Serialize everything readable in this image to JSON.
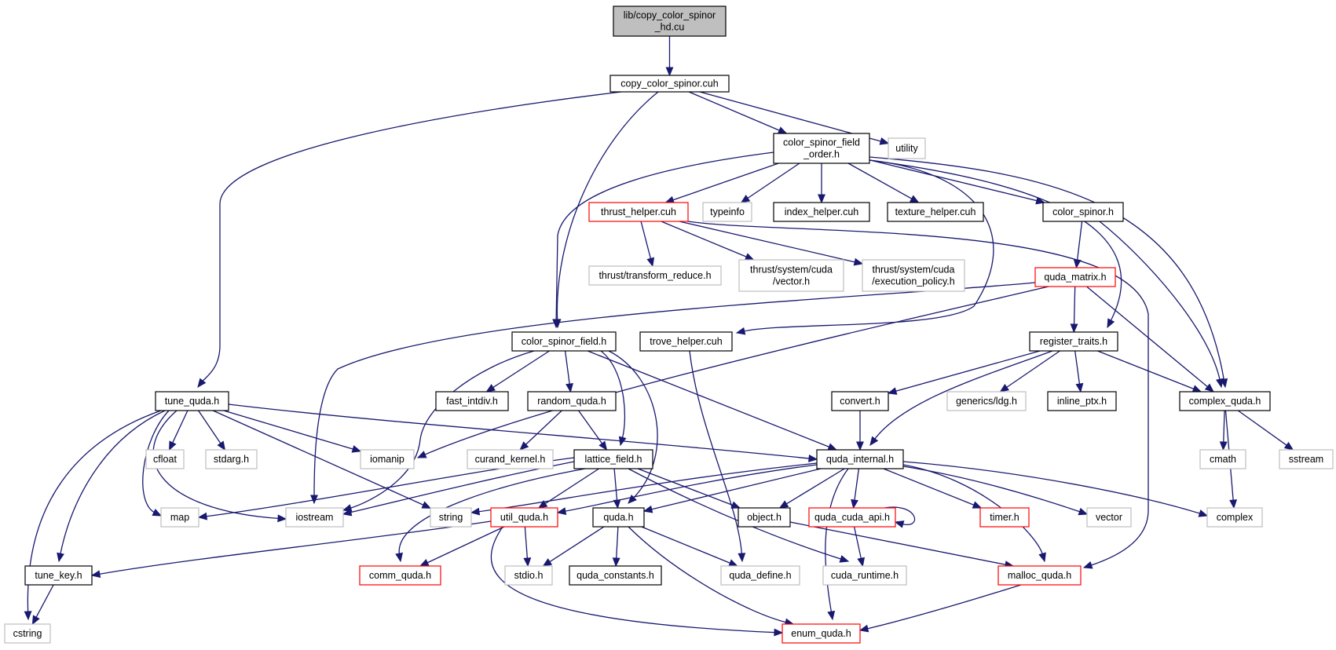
{
  "graph": {
    "nodes": [
      {
        "id": "root",
        "style": "root",
        "lines": [
          "lib/copy_color_spinor",
          "_hd.cu"
        ]
      },
      {
        "id": "copy_color_spinor_cuh",
        "style": "std",
        "lines": [
          "copy_color_spinor.cuh"
        ]
      },
      {
        "id": "color_spinor_field_order_h",
        "style": "std",
        "lines": [
          "color_spinor_field",
          "_order.h"
        ]
      },
      {
        "id": "utility",
        "style": "ext",
        "lines": [
          "utility"
        ]
      },
      {
        "id": "thrust_helper_cuh",
        "style": "red",
        "lines": [
          "thrust_helper.cuh"
        ]
      },
      {
        "id": "typeinfo",
        "style": "ext",
        "lines": [
          "typeinfo"
        ]
      },
      {
        "id": "index_helper_cuh",
        "style": "std",
        "lines": [
          "index_helper.cuh"
        ]
      },
      {
        "id": "texture_helper_cuh",
        "style": "std",
        "lines": [
          "texture_helper.cuh"
        ]
      },
      {
        "id": "color_spinor_h",
        "style": "std",
        "lines": [
          "color_spinor.h"
        ]
      },
      {
        "id": "thrust_transform_reduce_h",
        "style": "ext",
        "lines": [
          "thrust/transform_reduce.h"
        ]
      },
      {
        "id": "thrust_system_cuda_vector_h",
        "style": "ext",
        "lines": [
          "thrust/system/cuda",
          "/vector.h"
        ]
      },
      {
        "id": "thrust_system_cuda_execution_policy_h",
        "style": "ext",
        "lines": [
          "thrust/system/cuda",
          "/execution_policy.h"
        ]
      },
      {
        "id": "quda_matrix_h",
        "style": "red",
        "lines": [
          "quda_matrix.h"
        ]
      },
      {
        "id": "color_spinor_field_h",
        "style": "std",
        "lines": [
          "color_spinor_field.h"
        ]
      },
      {
        "id": "trove_helper_cuh",
        "style": "std",
        "lines": [
          "trove_helper.cuh"
        ]
      },
      {
        "id": "register_traits_h",
        "style": "std",
        "lines": [
          "register_traits.h"
        ]
      },
      {
        "id": "tune_quda_h",
        "style": "std",
        "lines": [
          "tune_quda.h"
        ]
      },
      {
        "id": "fast_intdiv_h",
        "style": "std",
        "lines": [
          "fast_intdiv.h"
        ]
      },
      {
        "id": "random_quda_h",
        "style": "std",
        "lines": [
          "random_quda.h"
        ]
      },
      {
        "id": "convert_h",
        "style": "std",
        "lines": [
          "convert.h"
        ]
      },
      {
        "id": "generics_ldg_h",
        "style": "ext",
        "lines": [
          "generics/ldg.h"
        ]
      },
      {
        "id": "inline_ptx_h",
        "style": "std",
        "lines": [
          "inline_ptx.h"
        ]
      },
      {
        "id": "complex_quda_h",
        "style": "std",
        "lines": [
          "complex_quda.h"
        ]
      },
      {
        "id": "cfloat",
        "style": "ext",
        "lines": [
          "cfloat"
        ]
      },
      {
        "id": "stdarg_h",
        "style": "ext",
        "lines": [
          "stdarg.h"
        ]
      },
      {
        "id": "iomanip",
        "style": "ext",
        "lines": [
          "iomanip"
        ]
      },
      {
        "id": "curand_kernel_h",
        "style": "ext",
        "lines": [
          "curand_kernel.h"
        ]
      },
      {
        "id": "lattice_field_h",
        "style": "std",
        "lines": [
          "lattice_field.h"
        ]
      },
      {
        "id": "quda_internal_h",
        "style": "std",
        "lines": [
          "quda_internal.h"
        ]
      },
      {
        "id": "cmath",
        "style": "ext",
        "lines": [
          "cmath"
        ]
      },
      {
        "id": "sstream",
        "style": "ext",
        "lines": [
          "sstream"
        ]
      },
      {
        "id": "map",
        "style": "ext",
        "lines": [
          "map"
        ]
      },
      {
        "id": "iostream",
        "style": "ext",
        "lines": [
          "iostream"
        ]
      },
      {
        "id": "string",
        "style": "ext",
        "lines": [
          "string"
        ]
      },
      {
        "id": "util_quda_h",
        "style": "red",
        "lines": [
          "util_quda.h"
        ]
      },
      {
        "id": "quda_h",
        "style": "std",
        "lines": [
          "quda.h"
        ]
      },
      {
        "id": "object_h",
        "style": "std",
        "lines": [
          "object.h"
        ]
      },
      {
        "id": "quda_cuda_api_h",
        "style": "red",
        "lines": [
          "quda_cuda_api.h"
        ]
      },
      {
        "id": "timer_h",
        "style": "red",
        "lines": [
          "timer.h"
        ]
      },
      {
        "id": "vector",
        "style": "ext",
        "lines": [
          "vector"
        ]
      },
      {
        "id": "complex",
        "style": "ext",
        "lines": [
          "complex"
        ]
      },
      {
        "id": "tune_key_h",
        "style": "std",
        "lines": [
          "tune_key.h"
        ]
      },
      {
        "id": "comm_quda_h",
        "style": "red",
        "lines": [
          "comm_quda.h"
        ]
      },
      {
        "id": "stdio_h",
        "style": "ext",
        "lines": [
          "stdio.h"
        ]
      },
      {
        "id": "quda_constants_h",
        "style": "std",
        "lines": [
          "quda_constants.h"
        ]
      },
      {
        "id": "quda_define_h",
        "style": "ext",
        "lines": [
          "quda_define.h"
        ]
      },
      {
        "id": "cuda_runtime_h",
        "style": "ext",
        "lines": [
          "cuda_runtime.h"
        ]
      },
      {
        "id": "malloc_quda_h",
        "style": "red",
        "lines": [
          "malloc_quda.h"
        ]
      },
      {
        "id": "cstring",
        "style": "ext",
        "lines": [
          "cstring"
        ]
      },
      {
        "id": "enum_quda_h",
        "style": "red",
        "lines": [
          "enum_quda.h"
        ]
      }
    ],
    "edges": [
      [
        "root",
        "copy_color_spinor_cuh"
      ],
      [
        "copy_color_spinor_cuh",
        "color_spinor_field_order_h"
      ],
      [
        "copy_color_spinor_cuh",
        "utility"
      ],
      [
        "copy_color_spinor_cuh",
        "color_spinor_field_h"
      ],
      [
        "copy_color_spinor_cuh",
        "tune_quda_h"
      ],
      [
        "color_spinor_field_order_h",
        "thrust_helper_cuh"
      ],
      [
        "color_spinor_field_order_h",
        "typeinfo"
      ],
      [
        "color_spinor_field_order_h",
        "index_helper_cuh"
      ],
      [
        "color_spinor_field_order_h",
        "texture_helper_cuh"
      ],
      [
        "color_spinor_field_order_h",
        "color_spinor_h"
      ],
      [
        "color_spinor_field_order_h",
        "color_spinor_field_h"
      ],
      [
        "color_spinor_field_order_h",
        "trove_helper_cuh"
      ],
      [
        "color_spinor_field_order_h",
        "register_traits_h"
      ],
      [
        "color_spinor_field_order_h",
        "complex_quda_h"
      ],
      [
        "thrust_helper_cuh",
        "thrust_transform_reduce_h"
      ],
      [
        "thrust_helper_cuh",
        "thrust_system_cuda_vector_h"
      ],
      [
        "thrust_helper_cuh",
        "thrust_system_cuda_execution_policy_h"
      ],
      [
        "thrust_helper_cuh",
        "malloc_quda_h"
      ],
      [
        "color_spinor_h",
        "quda_matrix_h"
      ],
      [
        "color_spinor_h",
        "complex_quda_h"
      ],
      [
        "quda_matrix_h",
        "register_traits_h"
      ],
      [
        "quda_matrix_h",
        "complex_quda_h"
      ],
      [
        "quda_matrix_h",
        "iostream"
      ],
      [
        "quda_matrix_h",
        "iomanip"
      ],
      [
        "trove_helper_cuh",
        "quda_define_h"
      ],
      [
        "register_traits_h",
        "convert_h"
      ],
      [
        "register_traits_h",
        "generics_ldg_h"
      ],
      [
        "register_traits_h",
        "inline_ptx_h"
      ],
      [
        "register_traits_h",
        "complex_quda_h"
      ],
      [
        "register_traits_h",
        "quda_internal_h"
      ],
      [
        "complex_quda_h",
        "cmath"
      ],
      [
        "complex_quda_h",
        "sstream"
      ],
      [
        "complex_quda_h",
        "complex"
      ],
      [
        "convert_h",
        "quda_internal_h"
      ],
      [
        "color_spinor_field_h",
        "fast_intdiv_h"
      ],
      [
        "color_spinor_field_h",
        "random_quda_h"
      ],
      [
        "color_spinor_field_h",
        "lattice_field_h"
      ],
      [
        "color_spinor_field_h",
        "quda_internal_h"
      ],
      [
        "color_spinor_field_h",
        "quda_h"
      ],
      [
        "color_spinor_field_h",
        "iostream"
      ],
      [
        "random_quda_h",
        "curand_kernel_h"
      ],
      [
        "random_quda_h",
        "lattice_field_h"
      ],
      [
        "tune_quda_h",
        "cfloat"
      ],
      [
        "tune_quda_h",
        "stdarg_h"
      ],
      [
        "tune_quda_h",
        "iomanip"
      ],
      [
        "tune_quda_h",
        "map"
      ],
      [
        "tune_quda_h",
        "iostream"
      ],
      [
        "tune_quda_h",
        "string"
      ],
      [
        "tune_quda_h",
        "quda_internal_h"
      ],
      [
        "tune_quda_h",
        "tune_key_h"
      ],
      [
        "tune_quda_h",
        "cstring"
      ],
      [
        "lattice_field_h",
        "map"
      ],
      [
        "lattice_field_h",
        "iostream"
      ],
      [
        "lattice_field_h",
        "util_quda_h"
      ],
      [
        "lattice_field_h",
        "quda_h"
      ],
      [
        "lattice_field_h",
        "object_h"
      ],
      [
        "lattice_field_h",
        "comm_quda_h"
      ],
      [
        "lattice_field_h",
        "cuda_runtime_h"
      ],
      [
        "quda_internal_h",
        "string"
      ],
      [
        "quda_internal_h",
        "util_quda_h"
      ],
      [
        "quda_internal_h",
        "quda_h"
      ],
      [
        "quda_internal_h",
        "object_h"
      ],
      [
        "quda_internal_h",
        "quda_cuda_api_h"
      ],
      [
        "quda_internal_h",
        "timer_h"
      ],
      [
        "quda_internal_h",
        "vector"
      ],
      [
        "quda_internal_h",
        "complex"
      ],
      [
        "quda_internal_h",
        "malloc_quda_h"
      ],
      [
        "quda_internal_h",
        "enum_quda_h"
      ],
      [
        "util_quda_h",
        "tune_key_h"
      ],
      [
        "util_quda_h",
        "comm_quda_h"
      ],
      [
        "util_quda_h",
        "stdio_h"
      ],
      [
        "util_quda_h",
        "enum_quda_h"
      ],
      [
        "quda_h",
        "stdio_h"
      ],
      [
        "quda_h",
        "quda_constants_h"
      ],
      [
        "quda_h",
        "quda_define_h"
      ],
      [
        "quda_h",
        "enum_quda_h"
      ],
      [
        "object_h",
        "malloc_quda_h"
      ],
      [
        "quda_cuda_api_h",
        "cuda_runtime_h"
      ],
      [
        "quda_cuda_api_h",
        "quda_cuda_api_h"
      ],
      [
        "malloc_quda_h",
        "enum_quda_h"
      ],
      [
        "tune_key_h",
        "cstring"
      ]
    ]
  }
}
